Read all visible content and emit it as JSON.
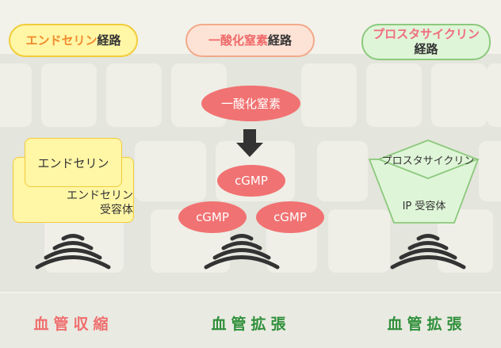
{
  "pathways": [
    {
      "title_highlight": "エンドセリン",
      "title_rest": "経路",
      "ligand": "エンドセリン",
      "receptor_lines": [
        "エンドセリン",
        "受容体"
      ],
      "effect": "血管収縮"
    },
    {
      "title_highlight": "一酸化窒素",
      "title_rest": "経路",
      "ligand": "一酸化窒素",
      "messengers": [
        "cGMP",
        "cGMP",
        "cGMP"
      ],
      "effect": "血管拡張"
    },
    {
      "title_highlight": "プロスタサイクリン",
      "title_rest": "経路",
      "ligand": "プロスタサイクリン",
      "receptor": "IP 受容体",
      "effect": "血管拡張"
    }
  ],
  "colors": {
    "endothelin": "#f08c2c",
    "nitric_oxide": "#ef6a6a",
    "prostacyclin": "#f06e7d",
    "constriction": "#f06e6e",
    "dilation": "#2f8f3a"
  }
}
